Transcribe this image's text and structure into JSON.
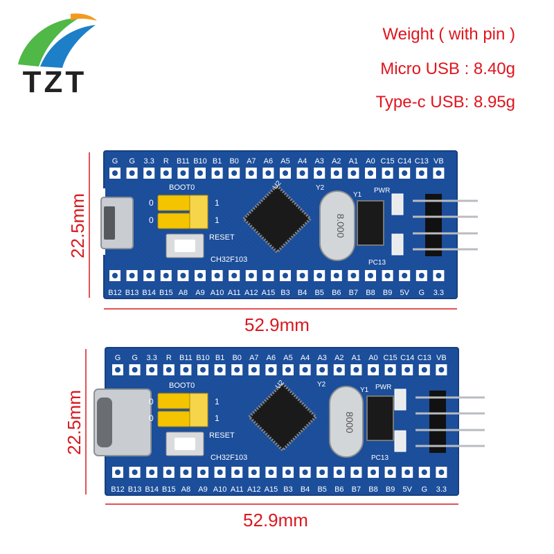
{
  "logo": {
    "text": "TZT",
    "colors": {
      "green": "#4fb847",
      "blue": "#1d7fc8",
      "orange": "#f39a1e"
    }
  },
  "specs": {
    "weight_title": "Weight ( with pin )",
    "micro_usb": "Micro USB : 8.40g",
    "type_c_usb": "Type-c USB: 8.95g"
  },
  "colors": {
    "pcb": "#1c4f9c",
    "dimension": "#d8191f",
    "jumper": "#f5c400"
  },
  "boards": [
    {
      "variant": "Micro USB",
      "top_pins": [
        "G",
        "G",
        "3.3",
        "R",
        "B11",
        "B10",
        "B1",
        "B0",
        "A7",
        "A6",
        "A5",
        "A4",
        "A3",
        "A2",
        "A1",
        "A0",
        "C15",
        "C14",
        "C13",
        "VB"
      ],
      "bottom_pins": [
        "B12",
        "B13",
        "B14",
        "B15",
        "A8",
        "A9",
        "A10",
        "A11",
        "A12",
        "A15",
        "B3",
        "B4",
        "B5",
        "B6",
        "B7",
        "B8",
        "B9",
        "5V",
        "G",
        "3.3"
      ],
      "silk": {
        "boot": "BOOT0",
        "reset": "RESET",
        "chip": "CH32F103",
        "u2": "U2",
        "y1": "Y1",
        "y2": "Y2",
        "pwr": "PWR",
        "pc13": "PC13",
        "zero": "0",
        "one": "1",
        "crystal": "8.000"
      },
      "height_label": "22.5mm",
      "width_label": "52.9mm"
    },
    {
      "variant": "Type-C USB",
      "top_pins": [
        "G",
        "G",
        "3.3",
        "R",
        "B11",
        "B10",
        "B1",
        "B0",
        "A7",
        "A6",
        "A5",
        "A4",
        "A3",
        "A2",
        "A1",
        "A0",
        "C15",
        "C14",
        "C13",
        "VB"
      ],
      "bottom_pins": [
        "B12",
        "B13",
        "B14",
        "B15",
        "A8",
        "A9",
        "A10",
        "A11",
        "A12",
        "A15",
        "B3",
        "B4",
        "B5",
        "B6",
        "B7",
        "B8",
        "B9",
        "5V",
        "G",
        "3.3"
      ],
      "silk": {
        "boot": "BOOT0",
        "reset": "RESET",
        "chip": "CH32F103",
        "u2": "U2",
        "y1": "Y1",
        "y2": "Y2",
        "pwr": "PWR",
        "pc13": "PC13",
        "zero": "0",
        "one": "1",
        "crystal": "8000"
      },
      "height_label": "22.5mm",
      "width_label": "52.9mm"
    }
  ]
}
